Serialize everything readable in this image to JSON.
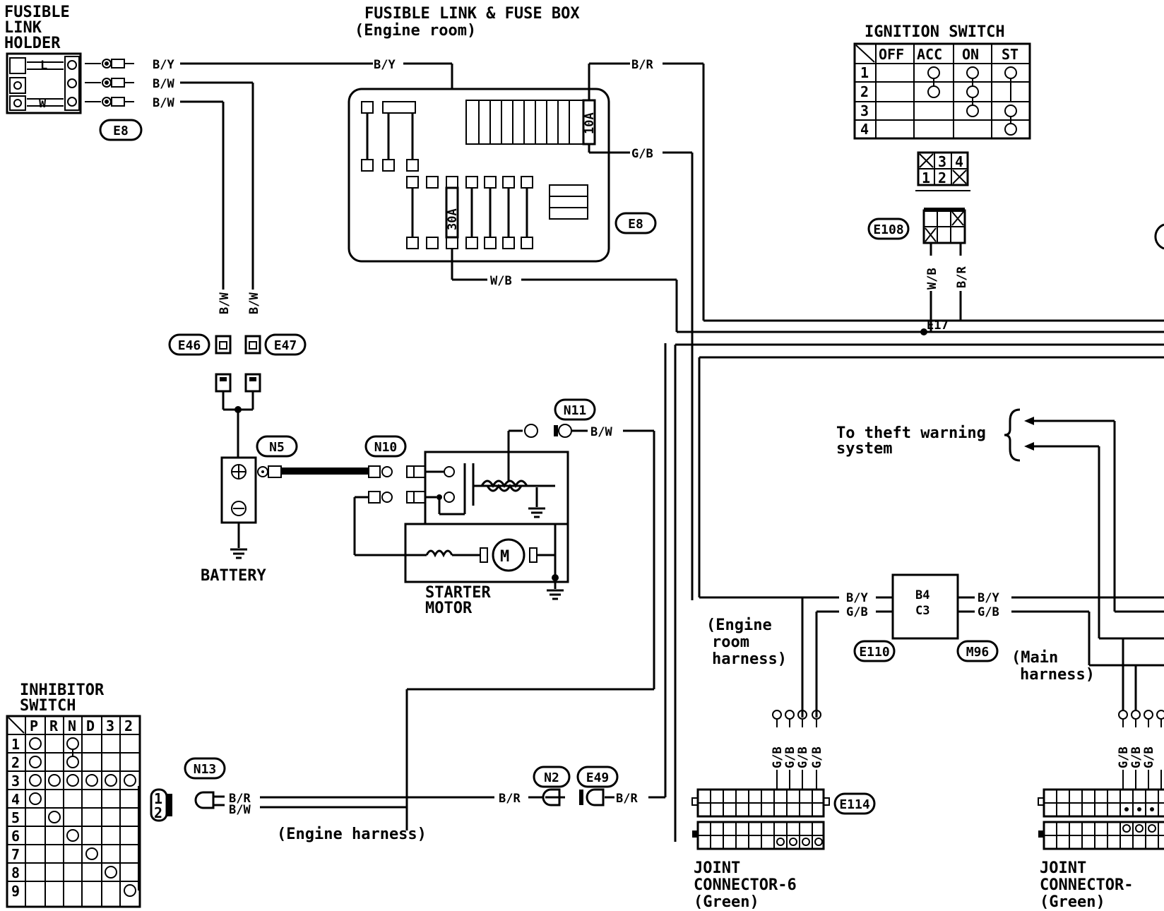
{
  "components": {
    "fusible_link_holder": [
      "FUSIBLE",
      "LINK",
      "HOLDER"
    ],
    "fuse_box_title": "FUSIBLE LINK & FUSE BOX",
    "fuse_box_subtitle": "(Engine room)",
    "ignition_switch": "IGNITION SWITCH",
    "battery": "BATTERY",
    "starter_motor": [
      "STARTER",
      "MOTOR"
    ],
    "inhibitor_switch": [
      "INHIBITOR",
      "SWITCH"
    ],
    "theft_warning": [
      "To theft warning",
      "system"
    ],
    "engine_room_harness": [
      "(Engine",
      "room",
      "harness)"
    ],
    "main_harness": [
      "(Main",
      "harness)"
    ],
    "engine_harness": "(Engine harness)",
    "joint_connector_6": [
      "JOINT",
      "CONNECTOR-6",
      "(Green)"
    ],
    "joint_connector_right": [
      "JOINT",
      "CONNECTOR-",
      "(Green)"
    ],
    "fuse_10a": "10A",
    "fuse_30a": "30A",
    "link_labels": [
      "L",
      "W"
    ],
    "relay_inner_labels": [
      "B4",
      "C3"
    ]
  },
  "connectors": {
    "e8_top": "E8",
    "e8_box": "E8",
    "e46": "E46",
    "e47": "E47",
    "n5": "N5",
    "n10": "N10",
    "n11": "N11",
    "n13": "N13",
    "n2": "N2",
    "e49": "E49",
    "e108": "E108",
    "e17": "E17",
    "e110": "E110",
    "m96": "M96",
    "e114": "E114"
  },
  "wires": {
    "by": "B/Y",
    "bw": "B/W",
    "br": "B/R",
    "gb": "G/B",
    "wb": "W/B"
  },
  "ignition_table": {
    "headers": [
      "OFF",
      "ACC",
      "ON",
      "ST"
    ],
    "rows": [
      "1",
      "2",
      "3",
      "4"
    ]
  },
  "ignition_pins": [
    "3",
    "4",
    "1",
    "2"
  ],
  "inhibitor_table": {
    "headers": [
      "P",
      "R",
      "N",
      "D",
      "3",
      "2"
    ],
    "rows": [
      "1",
      "2",
      "3",
      "4",
      "5",
      "6",
      "7",
      "8",
      "9"
    ]
  },
  "inhibitor_pins": [
    "1",
    "2"
  ]
}
